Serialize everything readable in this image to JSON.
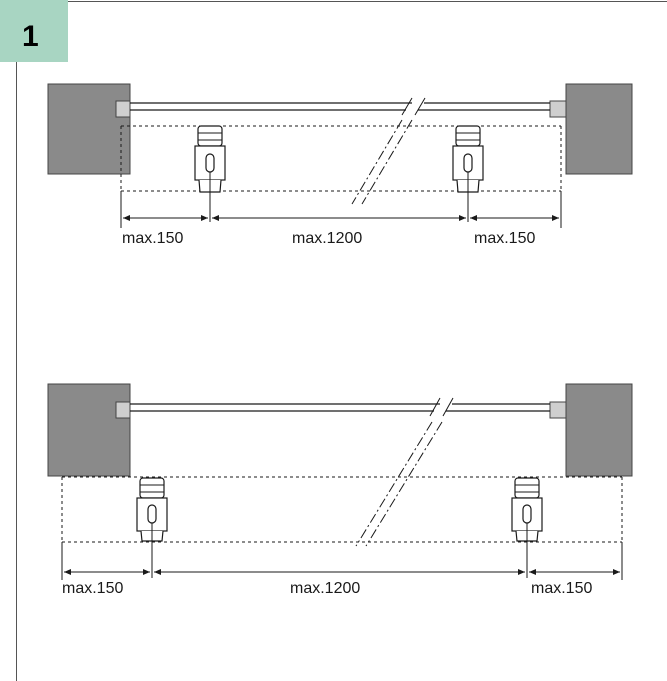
{
  "step": {
    "number": "1",
    "badge_color": "#a8d5c2"
  },
  "wall_color": "#8a8a8a",
  "diagrams": [
    {
      "id": "top",
      "dimensions": {
        "left": "max.150",
        "middle": "max.1200",
        "right": "max.150"
      }
    },
    {
      "id": "bottom",
      "dimensions": {
        "left": "max.150",
        "middle": "max.1200",
        "right": "max.150"
      }
    }
  ]
}
